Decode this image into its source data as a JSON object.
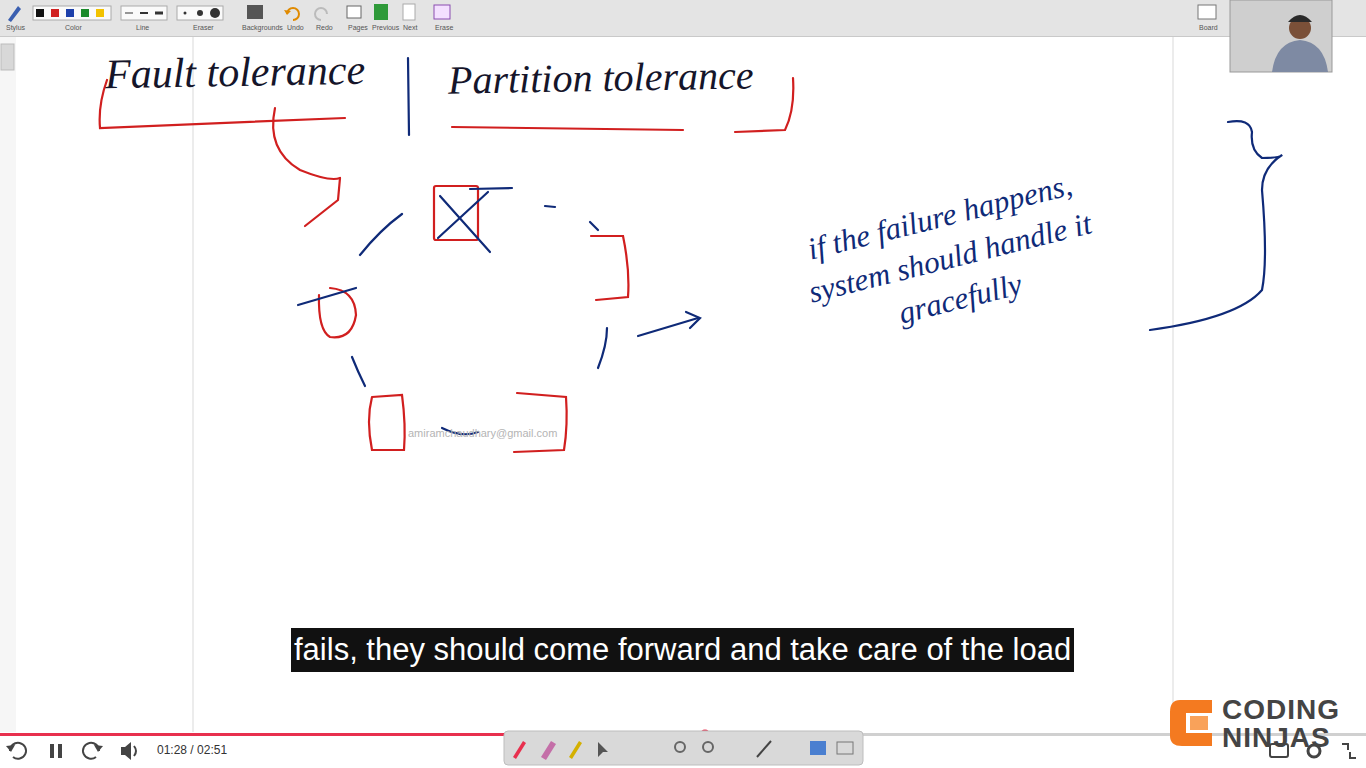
{
  "diagram": {
    "caption": "fails, they should come forward and take care of the load",
    "labels": [
      "Fault tolerance",
      "Partition tolerance",
      "if the failure happens, system should handle it gracefully",
      "amiramchaudhary@gmail.com",
      "01:28 / 02:51",
      "CODING",
      "NINJAS",
      "Stylus",
      "Color",
      "Line",
      "Eraser",
      "Backgrounds",
      "Undo",
      "Redo",
      "Pages",
      "Previous",
      "Next",
      "Erase",
      "Board"
    ]
  }
}
